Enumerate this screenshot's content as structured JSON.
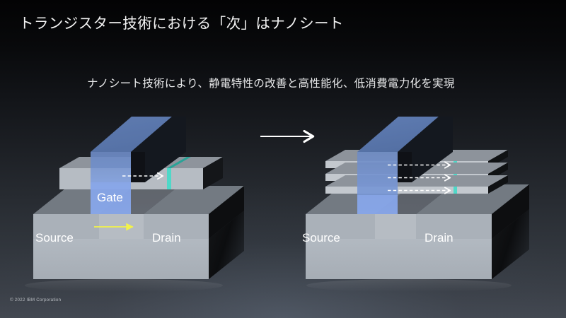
{
  "slide": {
    "title": "トランジスター技術における「次」はナノシート",
    "subtitle": "ナノシート技術により、静電特性の改善と高性能化、低消費電力化を実現",
    "footer": "© 2022 IBM Corporation"
  },
  "transition_arrow": {
    "name": "right-arrow",
    "color": "#ffffff",
    "direction": "right"
  },
  "diagrams": [
    {
      "id": "finfet",
      "type": "FinFET",
      "labels": {
        "source": "Source",
        "drain": "Drain",
        "gate": "Gate"
      },
      "channel_count": 1,
      "current_arrow": {
        "color": "#f2f24a",
        "style": "solid",
        "direction": "right"
      },
      "channel_arrows": {
        "color": "#ffffff",
        "style": "dashed",
        "count": 1,
        "direction": "right"
      },
      "junction_color": "#4fd8c8"
    },
    {
      "id": "nanosheet",
      "type": "Nanosheet",
      "labels": {
        "source": "Source",
        "drain": "Drain",
        "gate": ""
      },
      "channel_count": 3,
      "current_arrow": null,
      "channel_arrows": {
        "color": "#ffffff",
        "style": "dashed",
        "count": 3,
        "direction": "right"
      },
      "junction_color": "#4fd8c8"
    }
  ],
  "palette": {
    "background_top": "#030304",
    "background_bottom": "#434851",
    "gate_top": "#5a77ad",
    "gate_front": "#7d9ee0",
    "gate_side": "#12161d",
    "substrate_front": "#aeb5bd",
    "substrate_top": "#9aa0a8",
    "substrate_side": "#0e0f11",
    "fin_front": "#b6bcc3",
    "fin_top": "#8f959d",
    "sheet_front": "#c2c7cd",
    "sheet_top": "#8a9099",
    "teal": "#4fd8c8",
    "yellow": "#f2f24a",
    "text": "#ffffff"
  }
}
